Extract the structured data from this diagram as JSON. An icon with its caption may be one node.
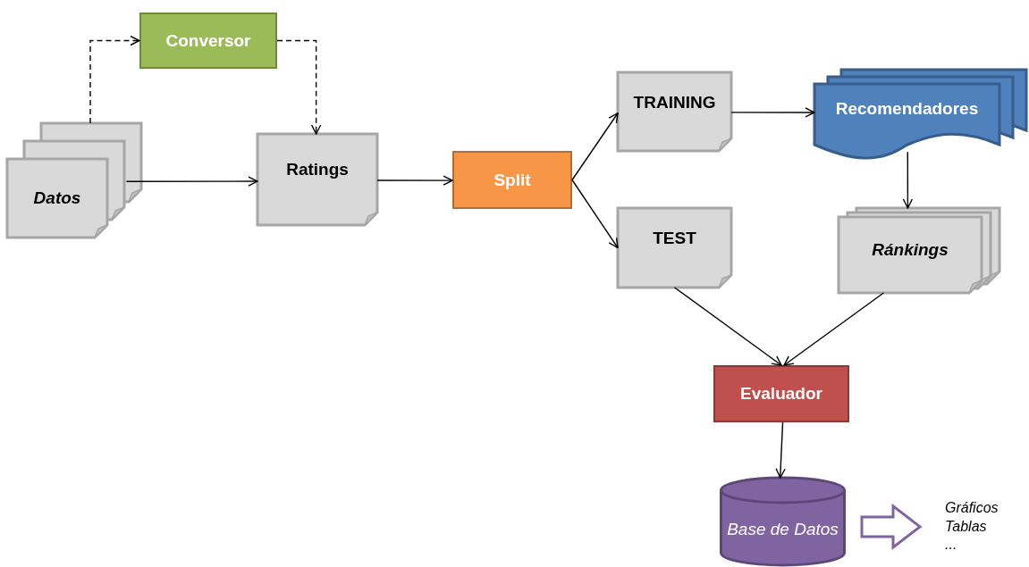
{
  "diagram": {
    "nodes": [
      {
        "text": [
          "Conversor"
        ]
      },
      {
        "text": [
          "Datos"
        ]
      },
      {
        "text": [
          "Ratings"
        ]
      },
      {
        "text": [
          "Split"
        ]
      },
      {
        "text": [
          "TRAINING"
        ]
      },
      {
        "text": [
          "Recomendadores"
        ]
      },
      {
        "text": [
          "TEST"
        ]
      },
      {
        "text": [
          "Ránkings"
        ]
      },
      {
        "text": [
          "Evaluador"
        ]
      },
      {
        "text": [
          "Base de Datos"
        ]
      },
      {
        "text": [
          "Gráficos",
          "Tablas",
          "..."
        ]
      }
    ],
    "edges": [
      {
        "from": 1,
        "to": 0,
        "arrow": "to",
        "style": "dashed"
      },
      {
        "from": 0,
        "to": 2,
        "arrow": "to",
        "style": "dashed"
      },
      {
        "from": 1,
        "to": 2,
        "arrow": "to"
      },
      {
        "from": 2,
        "to": 3,
        "arrow": "to"
      },
      {
        "from": 3,
        "to": 4,
        "arrow": "to"
      },
      {
        "from": 3,
        "to": 6,
        "arrow": "to"
      },
      {
        "from": 4,
        "to": 5,
        "arrow": "to"
      },
      {
        "from": 5,
        "to": 7,
        "arrow": "to"
      },
      {
        "from": 6,
        "to": 8,
        "arrow": "to"
      },
      {
        "from": 7,
        "to": 8,
        "arrow": "to"
      },
      {
        "from": 8,
        "to": 9,
        "arrow": "to"
      },
      {
        "from": 9,
        "to": 10,
        "arrow": "to",
        "style": "thick",
        "color": "#8064a2"
      }
    ]
  }
}
